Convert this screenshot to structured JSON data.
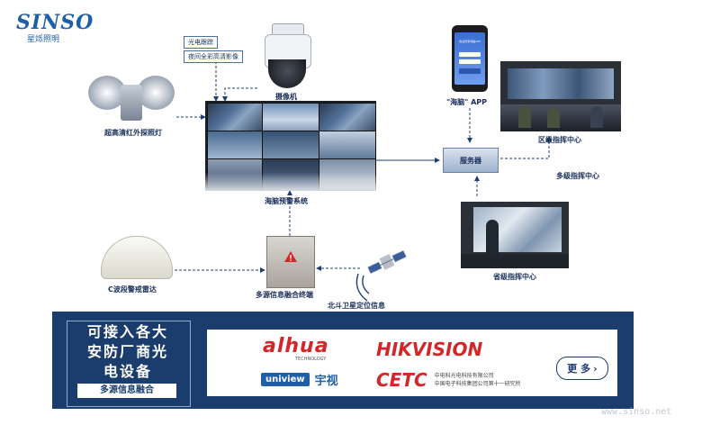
{
  "logo": {
    "brand": "SINSO",
    "sub": "星烁照明"
  },
  "devices": {
    "searchlight": "超高清红外探照灯",
    "camera": "摄像机",
    "optical_tracking": "光电跟踪",
    "night_imaging": "夜间全彩高清影像",
    "warning_system": "海脑预警系统",
    "app": "\"海脑\" APP",
    "app_screen_title": "欢迎登录海脑APP",
    "server": "服务器",
    "district_center": "区级指挥中心",
    "multilevel_center": "多级指挥中心",
    "provincial_center": "省级指挥中心",
    "radar": "C波段警戒雷达",
    "terminal": "多源信息融合终端",
    "beidou": "北斗卫星定位信息"
  },
  "banner": {
    "title_line1": "可接入各大",
    "title_line2": "安防厂商光",
    "title_line3": "电设备",
    "tag": "多源信息融合",
    "more": "更 多",
    "brands": {
      "dahua": "alhua",
      "dahua_sub": "TECHNOLOGY",
      "hikvision": "HIKVISION",
      "uniview": "uniview",
      "uniview_cn": "宇视",
      "cetc": "CETC",
      "cetc_line1": "中电科光电科技有限公司",
      "cetc_line2": "中国电子科技集团公司第十一研究所"
    }
  },
  "watermark": "www.sinso.net",
  "colors": {
    "line": "#1f3f73",
    "banner": "#1b3d6e",
    "brand_blue": "#1f5fa8",
    "red": "#d3262b"
  }
}
